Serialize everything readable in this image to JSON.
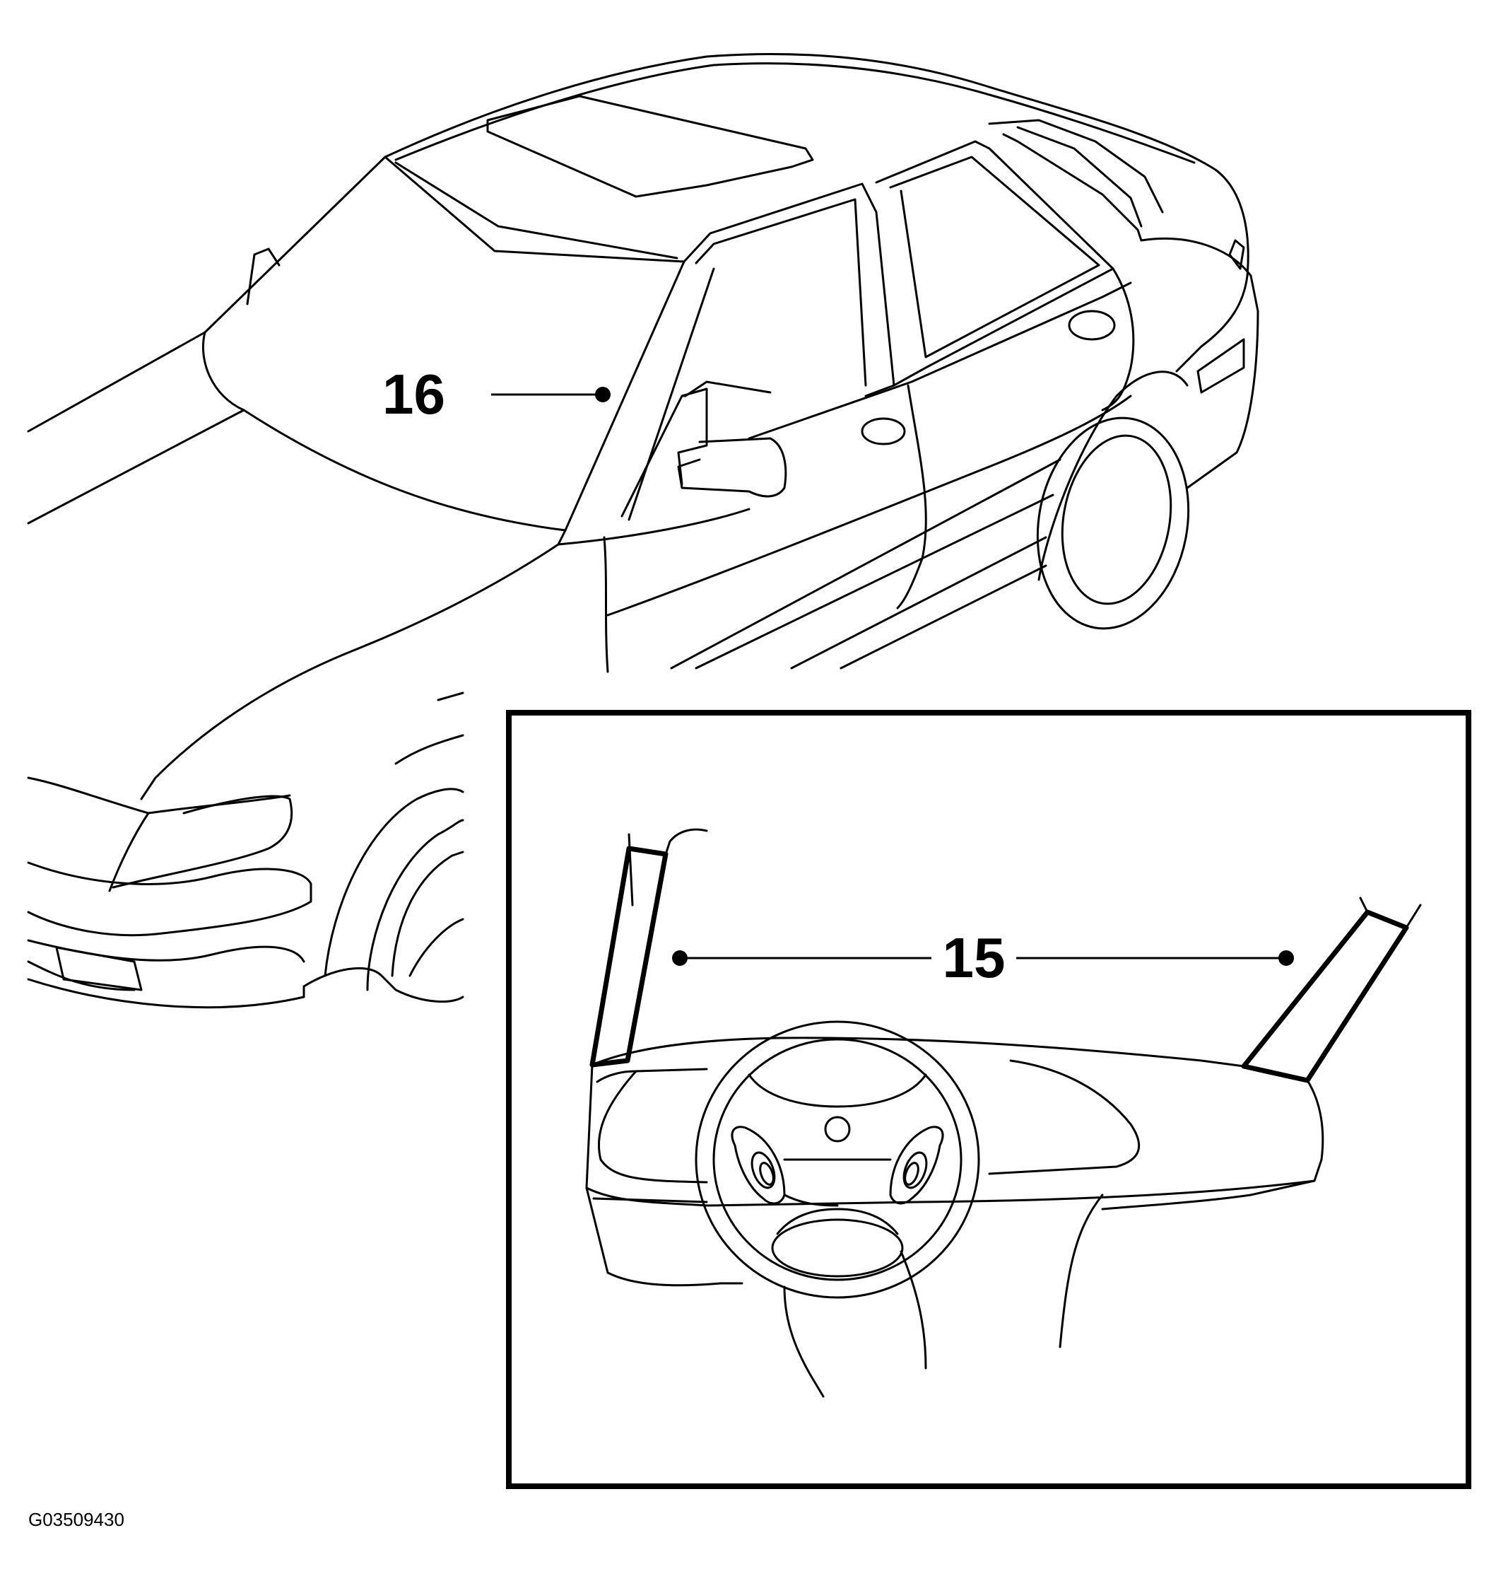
{
  "callouts": {
    "roof_rail": "16",
    "a_pillars": "15"
  },
  "figure_id": "G03509430",
  "icons": {
    "car": "sedan-line-drawing",
    "dashboard": "dashboard-a-pillar-detail"
  },
  "colors": {
    "line": "#000000",
    "background": "#ffffff"
  }
}
